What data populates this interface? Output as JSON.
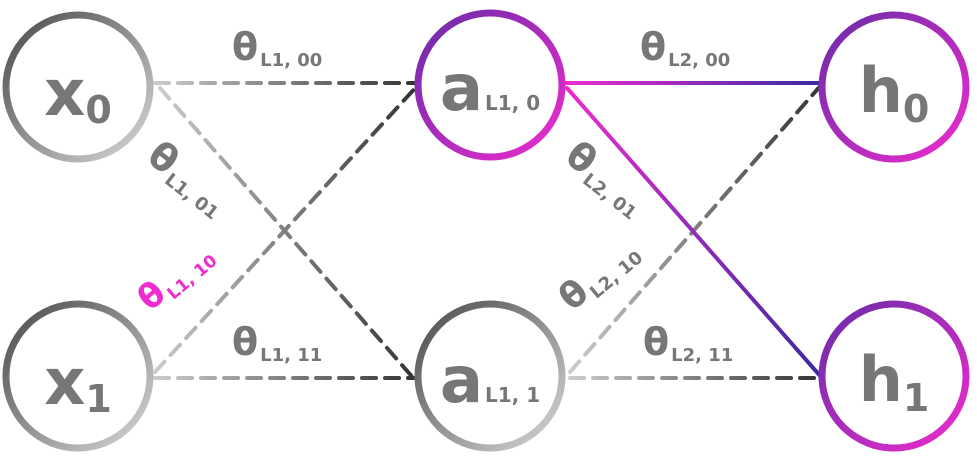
{
  "nodes": {
    "x0": {
      "letter": "x",
      "sub": "0"
    },
    "x1": {
      "letter": "x",
      "sub": "1"
    },
    "a0": {
      "letter": "a",
      "sub": "L1, 0"
    },
    "a1": {
      "letter": "a",
      "sub": "L1, 1"
    },
    "h0": {
      "letter": "h",
      "sub": "0"
    },
    "h1": {
      "letter": "h",
      "sub": "1"
    }
  },
  "weights": {
    "l1_00": {
      "symbol": "θ",
      "sub": "L1, 00"
    },
    "l1_01": {
      "symbol": "θ",
      "sub": "L1, 01"
    },
    "l1_10": {
      "symbol": "θ",
      "sub": "L1, 10"
    },
    "l1_11": {
      "symbol": "θ",
      "sub": "L1, 11"
    },
    "l2_00": {
      "symbol": "θ",
      "sub": "L2, 00"
    },
    "l2_01": {
      "symbol": "θ",
      "sub": "L2, 01"
    },
    "l2_10": {
      "symbol": "θ",
      "sub": "L2, 10"
    },
    "l2_11": {
      "symbol": "θ",
      "sub": "L2, 11"
    }
  },
  "colors": {
    "input_ring_dark": "#4a4a4a",
    "input_ring_light": "#d8d8d8",
    "purple": "#6a2ca8",
    "magenta": "#ee2ccf",
    "text_gray": "#777777",
    "dash_light": "#c4c4c4",
    "dash_dark": "#3c3c3c",
    "highlight_label": "#ee2ccf"
  }
}
